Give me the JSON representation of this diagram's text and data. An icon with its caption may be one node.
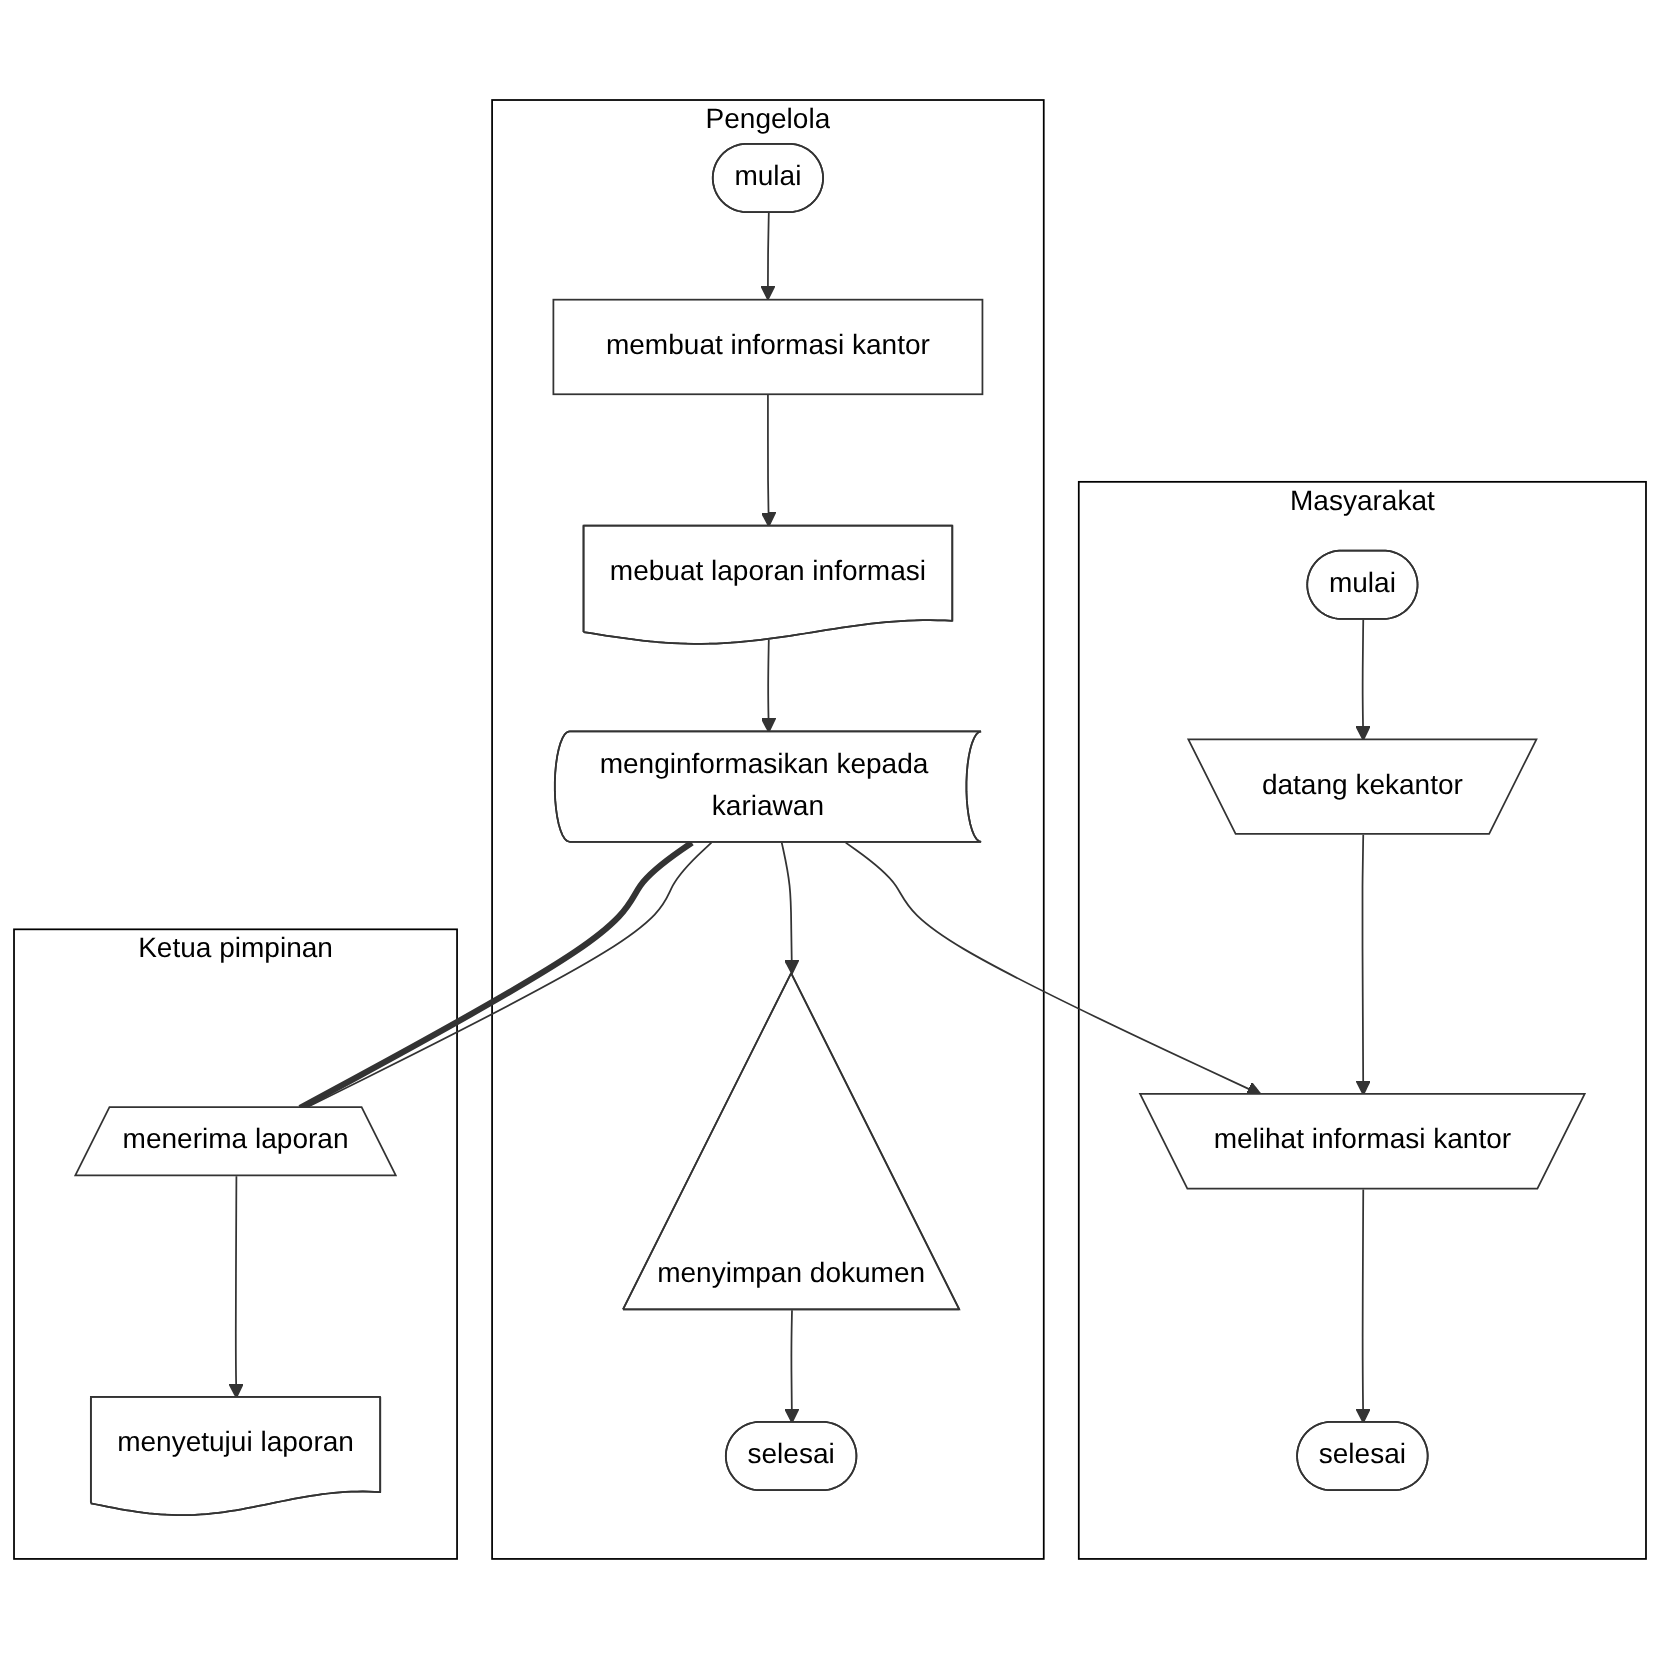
{
  "diagram": {
    "nodes": [
      {
        "text": [
          "Masyarakat"
        ]
      },
      {
        "text": [
          "Pengelola"
        ]
      },
      {
        "text": [
          "Ketua pimpinan"
        ]
      },
      {
        "text": [
          "mulai"
        ],
        "in": 0
      },
      {
        "text": [
          "datang kekantor"
        ],
        "in": 0
      },
      {
        "text": [
          "melihat informasi kantor"
        ],
        "in": 0
      },
      {
        "text": [
          "selesai"
        ],
        "in": 0
      },
      {
        "text": [
          "mulai"
        ],
        "in": 1
      },
      {
        "text": [
          "membuat informasi kantor"
        ],
        "in": 1
      },
      {
        "text": [
          "mebuat laporan informasi"
        ],
        "in": 1
      },
      {
        "text": [
          "menginformasikan kepada kariawan"
        ],
        "in": 1
      },
      {
        "text": [
          "menyimpan dokumen"
        ],
        "in": 1
      },
      {
        "text": [
          "selesai"
        ],
        "in": 1
      },
      {
        "text": [
          "menerima laporan"
        ],
        "in": 2
      },
      {
        "text": [
          "menyetujui laporan"
        ],
        "in": 2
      }
    ],
    "edges": [
      {
        "from": 3,
        "to": 4,
        "arrow": "to"
      },
      {
        "from": 4,
        "to": 5,
        "arrow": "to"
      },
      {
        "from": 5,
        "to": 6,
        "arrow": "to"
      },
      {
        "from": 7,
        "to": 8,
        "arrow": "to"
      },
      {
        "from": 8,
        "to": 9,
        "arrow": "to"
      },
      {
        "from": 9,
        "to": 10,
        "arrow": "to"
      },
      {
        "from": 10,
        "to": 11,
        "arrow": "to"
      },
      {
        "from": 11,
        "to": 12,
        "arrow": "to"
      },
      {
        "from": 10,
        "to": 5,
        "arrow": "to"
      },
      {
        "from": 10,
        "to": 13,
        "arrow": "none"
      },
      {
        "from": 10,
        "to": 13,
        "arrow": "none",
        "style": "thick"
      },
      {
        "from": 13,
        "to": 14,
        "arrow": "to"
      }
    ]
  }
}
